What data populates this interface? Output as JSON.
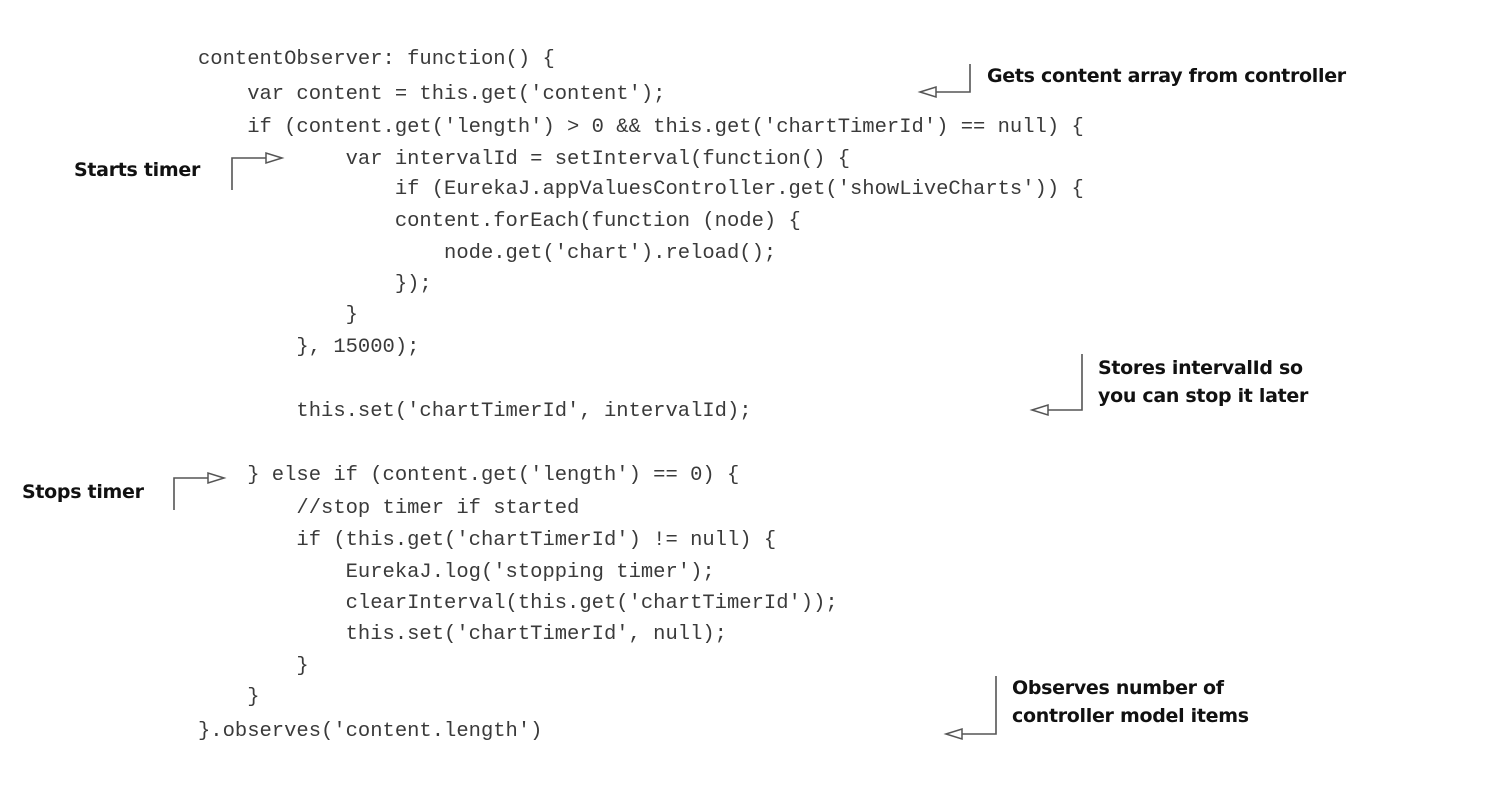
{
  "code_lines": [
    "contentObserver: function() {",
    "    var content = this.get('content');",
    "    if (content.get('length') > 0 && this.get('chartTimerId') == null) {",
    "            var intervalId = setInterval(function() {",
    "                if (EurekaJ.appValuesController.get('showLiveCharts')) {",
    "                content.forEach(function (node) {",
    "                    node.get('chart').reload();",
    "                });",
    "            }",
    "        }, 15000);",
    "",
    "        this.set('chartTimerId', intervalId);",
    "",
    "    } else if (content.get('length') == 0) {",
    "        //stop timer if started",
    "        if (this.get('chartTimerId') != null) {",
    "            EurekaJ.log('stopping timer');",
    "            clearInterval(this.get('chartTimerId'));",
    "            this.set('chartTimerId', null);",
    "        }",
    "    }",
    "}.observes('content.length')"
  ],
  "annotations": {
    "gets_content": [
      "Gets content array from controller"
    ],
    "starts_timer": [
      "Starts timer"
    ],
    "stores_interval": [
      "Stores intervalId so",
      "you can stop it later"
    ],
    "stops_timer": [
      "Stops timer"
    ],
    "observes_items": [
      "Observes number of",
      "controller model items"
    ]
  },
  "colors": {
    "code_text": "#3a3a3a",
    "annotation_text": "#111111",
    "callout_stroke": "#555555",
    "background": "#ffffff"
  }
}
